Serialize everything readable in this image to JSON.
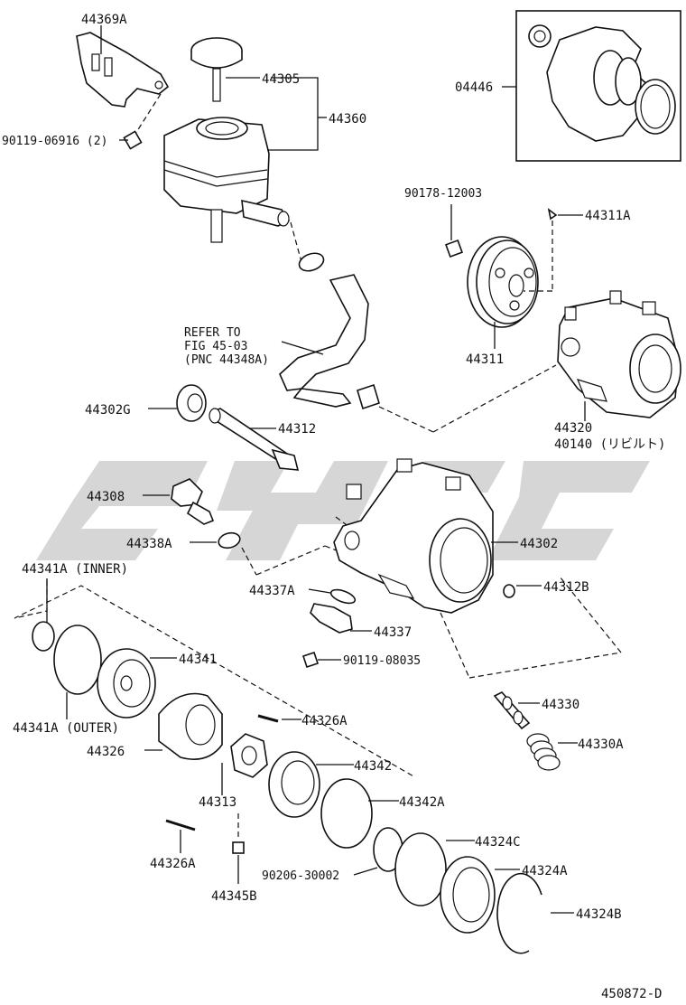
{
  "diagram_code": "450872-D",
  "refer_note": {
    "line1": "REFER TO",
    "line2": "FIG 45-03",
    "line3": "(PNC 44348A)"
  },
  "labels": {
    "p44369A": "44369A",
    "p44305": "44305",
    "p44360": "44360",
    "p90119_06916": "90119-06916 (2)",
    "p04446": "04446",
    "p90178_12003": "90178-12003",
    "p44311A": "44311A",
    "p44311": "44311",
    "p44320": "44320",
    "p40140": "40140 (リビルト)",
    "p44302G": "44302G",
    "p44312": "44312",
    "p44308": "44308",
    "p44338A": "44338A",
    "p44302": "44302",
    "p44341A_inner": "44341A (INNER)",
    "p44337A": "44337A",
    "p44312B": "44312B",
    "p44337": "44337",
    "p90119_08035": "90119-08035",
    "p44341": "44341",
    "p44330": "44330",
    "p44341A_outer": "44341A (OUTER)",
    "p44326A_top": "44326A",
    "p44330A": "44330A",
    "p44326": "44326",
    "p44342": "44342",
    "p44313": "44313",
    "p44342A": "44342A",
    "p44324C": "44324C",
    "p44326A_bottom": "44326A",
    "p90206_30002": "90206-30002",
    "p44324A": "44324A",
    "p44345B": "44345B",
    "p44324B": "44324B"
  }
}
